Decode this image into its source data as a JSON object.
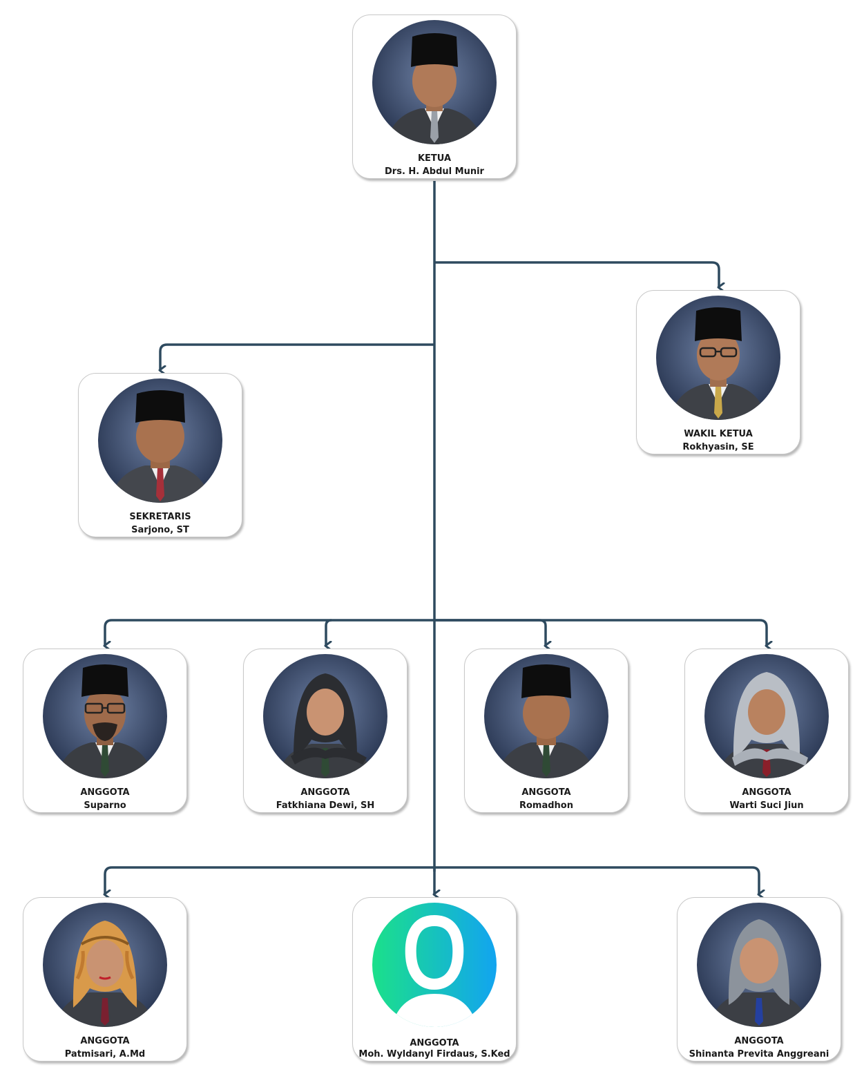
{
  "org_chart": {
    "ketua": {
      "role": "KETUA",
      "name": "Drs. H. Abdul Munir",
      "photo": "portrait-man-peci"
    },
    "wakil_ketua": {
      "role": "WAKIL KETUA",
      "name": "Rokhyasin, SE",
      "photo": "portrait-man-peci-glasses"
    },
    "sekretaris": {
      "role": "SEKRETARIS",
      "name": "Sarjono, ST",
      "photo": "portrait-man-peci"
    },
    "anggota": [
      {
        "role": "ANGGOTA",
        "name": "Suparno",
        "photo": "portrait-man-peci-glasses"
      },
      {
        "role": "ANGGOTA",
        "name": "Fatkhiana Dewi, SH",
        "photo": "portrait-woman-hijab"
      },
      {
        "role": "ANGGOTA",
        "name": "Romadhon",
        "photo": "portrait-man-peci"
      },
      {
        "role": "ANGGOTA",
        "name": "Warti Suci Jiun",
        "photo": "portrait-woman-hijab"
      },
      {
        "role": "ANGGOTA",
        "name": "Patmisari, A.Md",
        "photo": "portrait-woman-hijab"
      },
      {
        "role": "ANGGOTA",
        "name": "Moh. Wyldanyl Firdaus, S.Ked",
        "photo": "user-placeholder-icon"
      },
      {
        "role": "ANGGOTA",
        "name": "Shinanta Previta Anggreani",
        "photo": "portrait-woman-hijab"
      }
    ]
  },
  "colors": {
    "connector": "#2e4a5f",
    "photo_background": "#3c4f73",
    "suit": "#3a3d42",
    "skin": "#b07a58",
    "peci": "#0d0d0d",
    "placeholder_gradient_start": "#1be08a",
    "placeholder_gradient_end": "#12a4f0"
  }
}
